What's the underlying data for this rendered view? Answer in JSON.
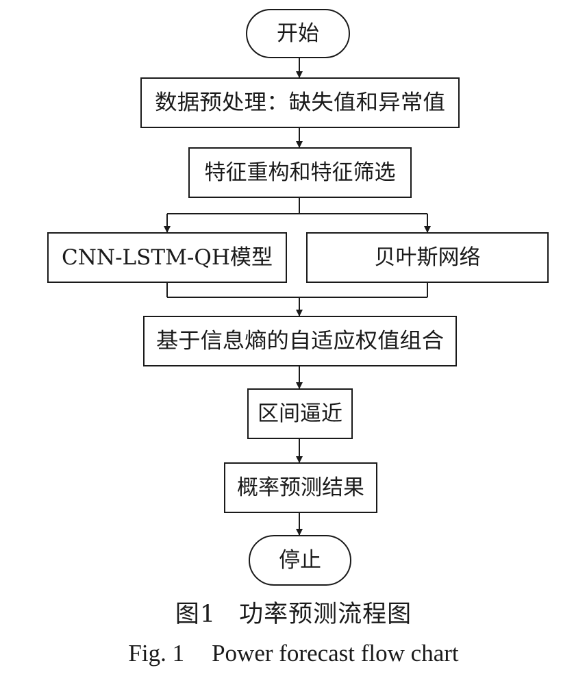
{
  "nodes": {
    "start": "开始",
    "preprocess": "数据预处理：缺失值和异常值",
    "features": "特征重构和特征筛选",
    "model_cnn": "CNN-LSTM-QH模型",
    "model_bayes": "贝叶斯网络",
    "combine": "基于信息熵的自适应权值组合",
    "interval": "区间逼近",
    "result": "概率预测结果",
    "stop": "停止"
  },
  "caption": {
    "cn_label": "图1",
    "cn_title": "功率预测流程图",
    "en_label": "Fig. 1",
    "en_title": "Power forecast flow chart"
  }
}
